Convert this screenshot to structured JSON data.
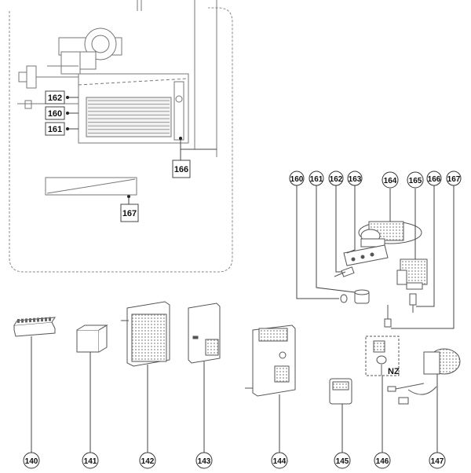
{
  "inset_labels": [
    "162",
    "160",
    "161",
    "166",
    "167"
  ],
  "top_callouts": [
    "160",
    "161",
    "162",
    "163",
    "164",
    "165",
    "166",
    "167"
  ],
  "bottom_callouts": [
    "140",
    "141",
    "142",
    "143",
    "144",
    "145",
    "146",
    "147"
  ],
  "region_label": "NZ"
}
